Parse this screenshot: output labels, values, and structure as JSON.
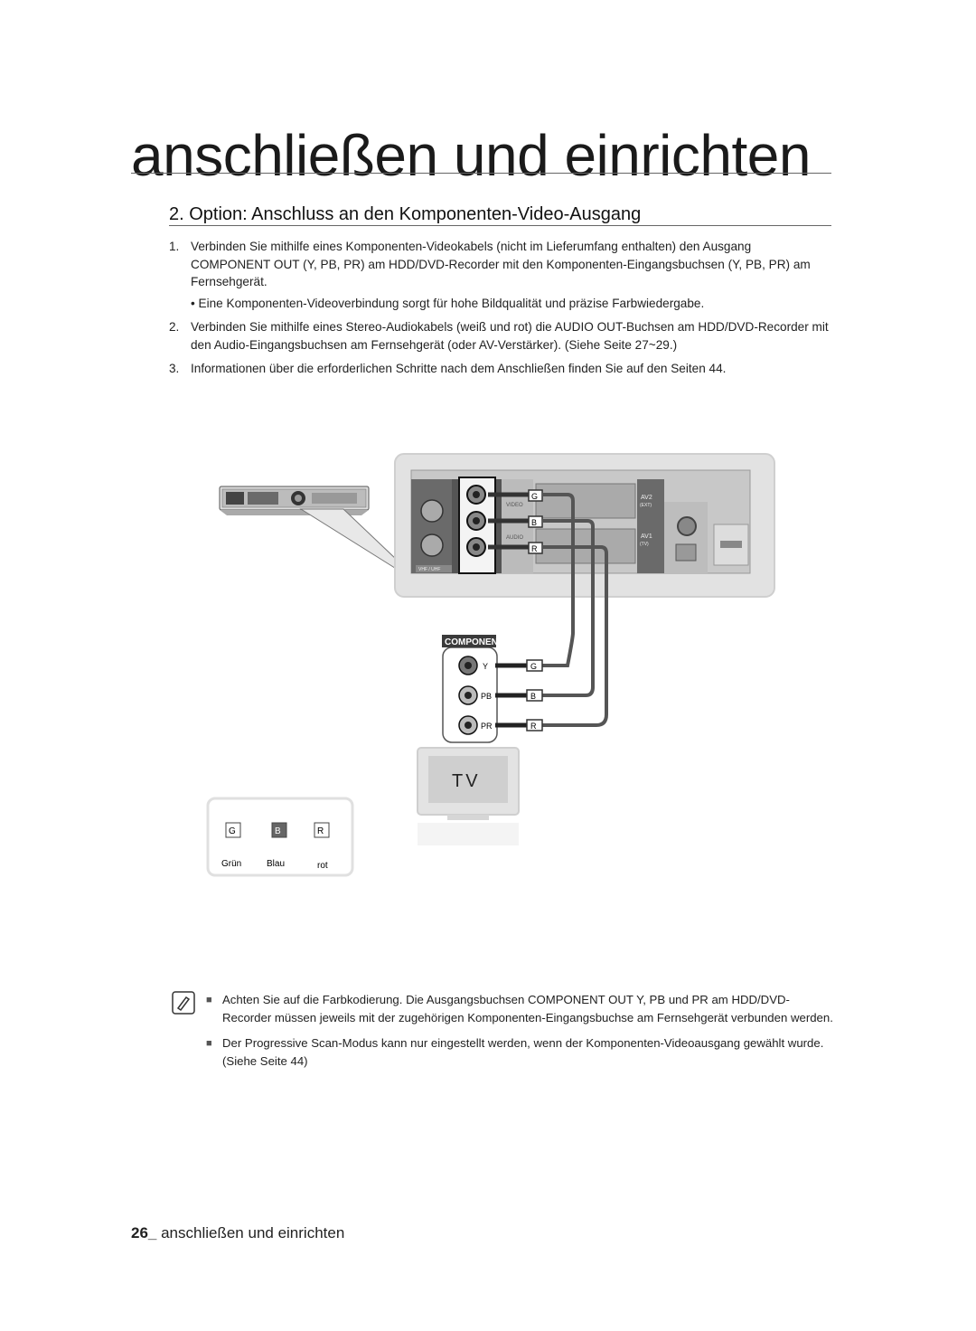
{
  "header": {
    "chapter_title": "anschließen und einrichten",
    "section_title": "2. Option: Anschluss an den Komponenten-Video-Ausgang"
  },
  "steps": [
    {
      "num": "1.",
      "text": "Verbinden Sie mithilfe eines Komponenten-Videokabels (nicht im Lieferumfang enthalten) den Ausgang COMPONENT OUT (Y, PB, PR) am HDD/DVD-Recorder mit den Komponenten-Eingangsbuchsen (Y, PB, PR) am Fernsehgerät."
    },
    {
      "bullet": "• Eine Komponenten-Videoverbindung sorgt für hohe Bildqualität und präzise Farbwiedergabe."
    },
    {
      "num": "2.",
      "text": "Verbinden Sie mithilfe eines Stereo-Audiokabels (weiß und rot) die AUDIO OUT-Buchsen am HDD/DVD-Recorder mit den Audio-Eingangsbuchsen am Fernsehgerät (oder AV-Verstärker). (Siehe Seite 27~29.)"
    },
    {
      "num": "3.",
      "text": "Informationen über die erforderlichen Schritte nach dem Anschließen finden Sie auf den Seiten 44."
    }
  ],
  "diagram": {
    "component_label": "COMPONENT",
    "jack_y": "Y",
    "jack_pb": "PB",
    "jack_pr": "PR",
    "plug_g": "G",
    "plug_b": "B",
    "plug_r": "R",
    "tv_label": "TV",
    "legend": {
      "g": "G",
      "b": "B",
      "r": "R",
      "g_name": "Grün",
      "b_name": "Blau",
      "r_name": "rot"
    },
    "panel_video": "VIDEO",
    "panel_audio": "AUDIO",
    "panel_av2": "AV2",
    "panel_av2_sub": "(EXT)",
    "panel_av1": "AV1",
    "panel_av1_sub": "(TV)",
    "panel_vhf": "VHF / UHF",
    "colors": {
      "green": "#6f6f6f",
      "blue": "#555555",
      "red": "#3a3a3a",
      "cable": "#4a4a4a"
    }
  },
  "notes": {
    "icon": "note-pencil-icon",
    "items": [
      "Achten Sie auf die Farbkodierung. Die Ausgangsbuchsen COMPONENT OUT Y, PB und PR am HDD/DVD-Recorder müssen jeweils mit der zugehörigen Komponenten-Eingangsbuchse am Fernsehgerät verbunden werden.",
      "Der Progressive Scan-Modus kann nur eingestellt werden, wenn der Komponenten-Videoausgang gewählt wurde. (Siehe Seite 44)"
    ]
  },
  "footer": {
    "page": "26_",
    "label": " anschließen und einrichten"
  }
}
